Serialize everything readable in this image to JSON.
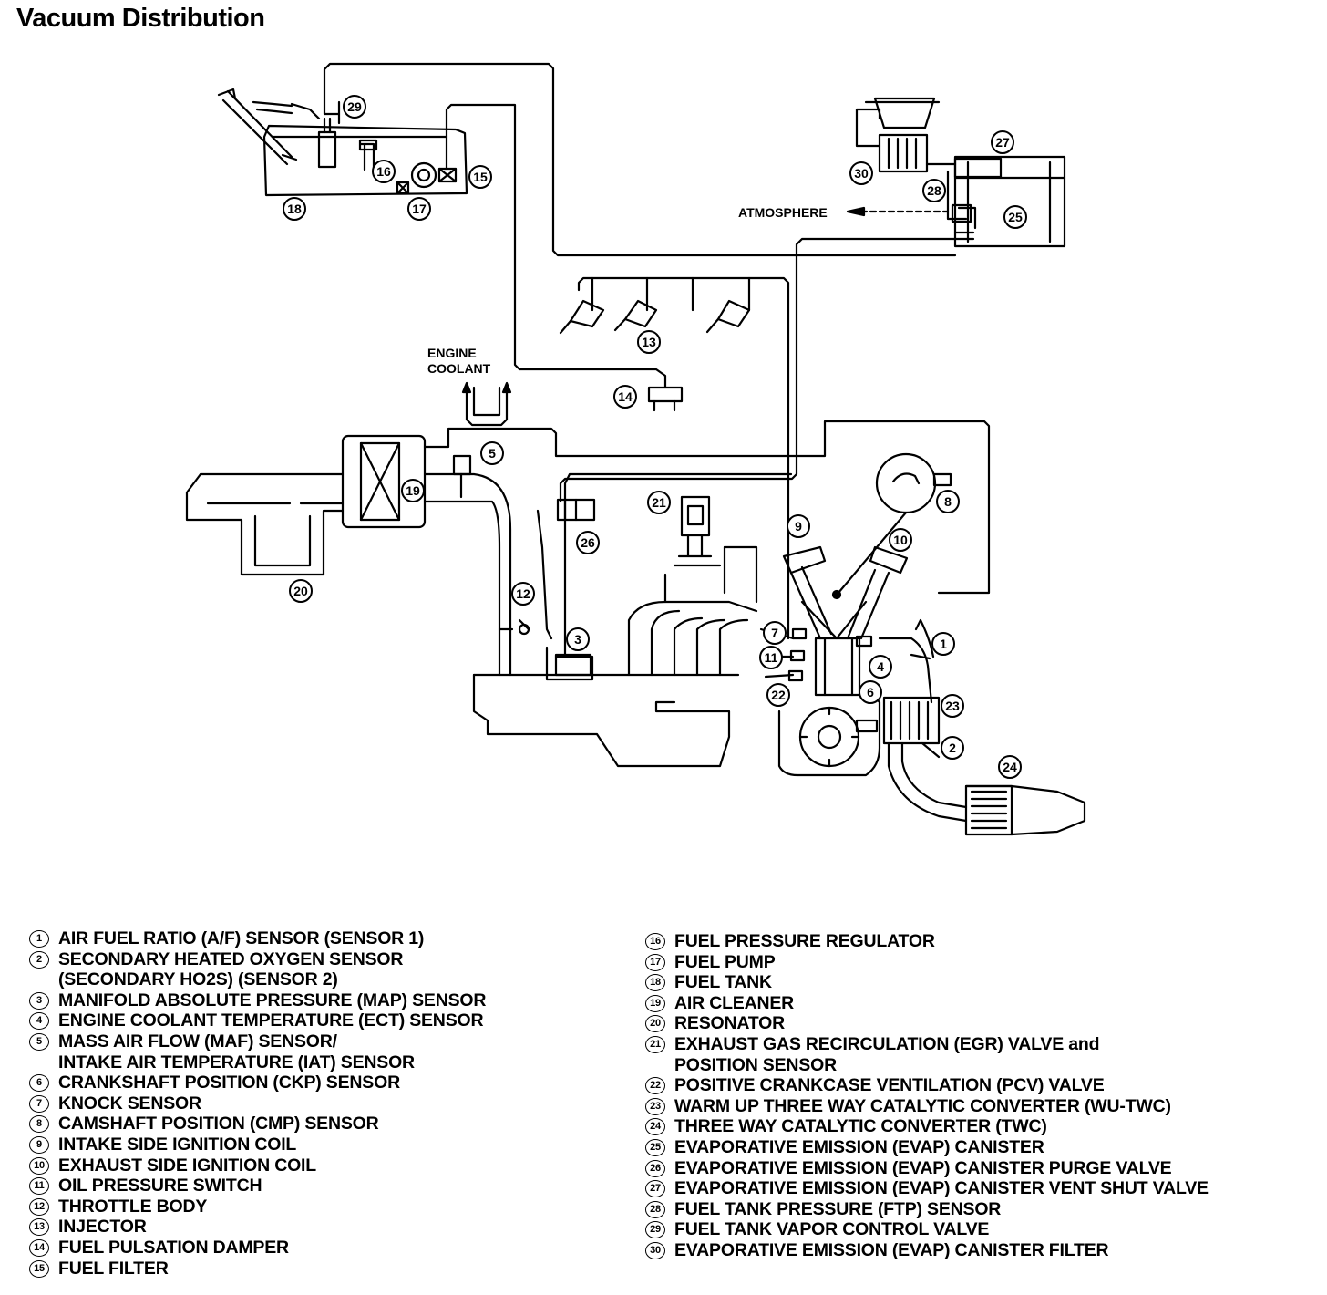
{
  "title": "Vacuum Distribution",
  "annotations": {
    "atmosphere": "ATMOSPHERE",
    "engine_coolant_line1": "ENGINE",
    "engine_coolant_line2": "COOLANT"
  },
  "callouts": [
    "1",
    "2",
    "3",
    "4",
    "5",
    "6",
    "7",
    "8",
    "9",
    "10",
    "11",
    "12",
    "13",
    "14",
    "15",
    "16",
    "17",
    "18",
    "19",
    "20",
    "21",
    "22",
    "23",
    "24",
    "25",
    "26",
    "27",
    "28",
    "29",
    "30"
  ],
  "legend": [
    {
      "num": "1",
      "text": "AIR FUEL RATIO (A/F) SENSOR (SENSOR 1)"
    },
    {
      "num": "2",
      "text": "SECONDARY HEATED OXYGEN SENSOR\n(SECONDARY HO2S) (SENSOR 2)"
    },
    {
      "num": "3",
      "text": "MANIFOLD ABSOLUTE PRESSURE (MAP) SENSOR"
    },
    {
      "num": "4",
      "text": "ENGINE COOLANT TEMPERATURE (ECT) SENSOR"
    },
    {
      "num": "5",
      "text": "MASS AIR FLOW (MAF) SENSOR/\nINTAKE AIR TEMPERATURE (IAT) SENSOR"
    },
    {
      "num": "6",
      "text": "CRANKSHAFT POSITION (CKP) SENSOR"
    },
    {
      "num": "7",
      "text": "KNOCK SENSOR"
    },
    {
      "num": "8",
      "text": "CAMSHAFT POSITION (CMP) SENSOR"
    },
    {
      "num": "9",
      "text": "INTAKE SIDE IGNITION COIL"
    },
    {
      "num": "10",
      "text": "EXHAUST SIDE IGNITION COIL"
    },
    {
      "num": "11",
      "text": "OIL PRESSURE SWITCH"
    },
    {
      "num": "12",
      "text": "THROTTLE BODY"
    },
    {
      "num": "13",
      "text": "INJECTOR"
    },
    {
      "num": "14",
      "text": "FUEL PULSATION DAMPER"
    },
    {
      "num": "15",
      "text": "FUEL FILTER"
    },
    {
      "num": "16",
      "text": "FUEL PRESSURE REGULATOR"
    },
    {
      "num": "17",
      "text": "FUEL PUMP"
    },
    {
      "num": "18",
      "text": "FUEL TANK"
    },
    {
      "num": "19",
      "text": "AIR CLEANER"
    },
    {
      "num": "20",
      "text": "RESONATOR"
    },
    {
      "num": "21",
      "text": "EXHAUST GAS RECIRCULATION (EGR) VALVE and\nPOSITION SENSOR"
    },
    {
      "num": "22",
      "text": "POSITIVE CRANKCASE VENTILATION (PCV) VALVE"
    },
    {
      "num": "23",
      "text": "WARM UP THREE WAY CATALYTIC CONVERTER (WU-TWC)"
    },
    {
      "num": "24",
      "text": "THREE WAY CATALYTIC CONVERTER (TWC)"
    },
    {
      "num": "25",
      "text": "EVAPORATIVE EMISSION (EVAP) CANISTER"
    },
    {
      "num": "26",
      "text": "EVAPORATIVE EMISSION (EVAP) CANISTER PURGE VALVE"
    },
    {
      "num": "27",
      "text": "EVAPORATIVE EMISSION (EVAP) CANISTER VENT SHUT VALVE"
    },
    {
      "num": "28",
      "text": "FUEL TANK PRESSURE (FTP) SENSOR"
    },
    {
      "num": "29",
      "text": "FUEL TANK VAPOR CONTROL VALVE"
    },
    {
      "num": "30",
      "text": "EVAPORATIVE EMISSION (EVAP) CANISTER FILTER"
    }
  ]
}
